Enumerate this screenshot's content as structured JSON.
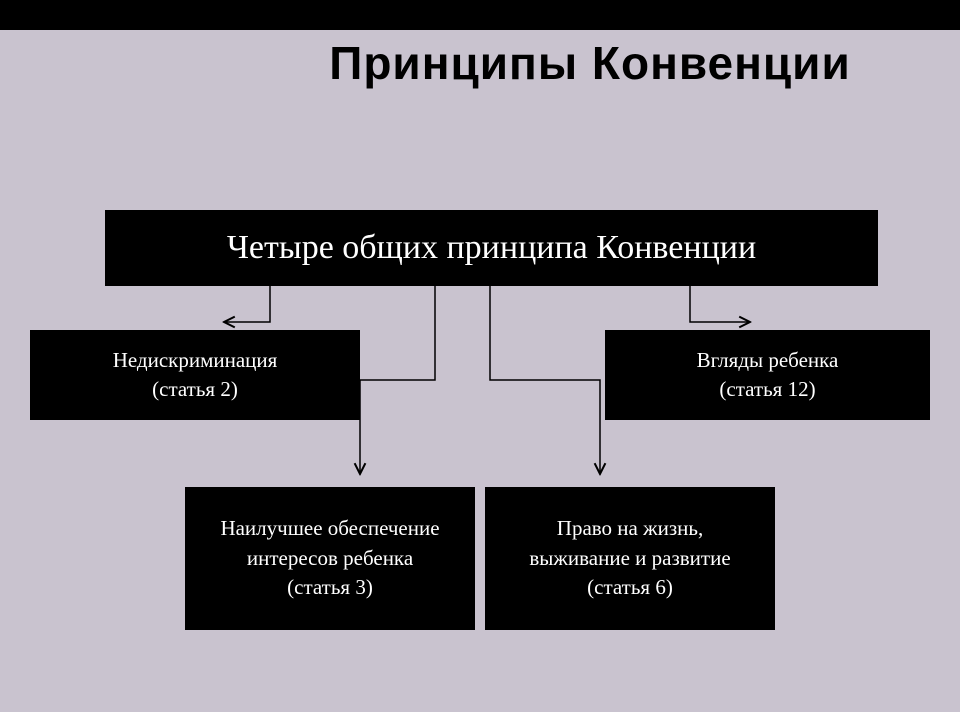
{
  "colors": {
    "slide_bg": "#c9c3cf",
    "bar": "#000000",
    "box_bg": "#000000",
    "box_text": "#ffffff",
    "title": "#000000",
    "connector": "#000000"
  },
  "slide": {
    "title": "Принципы Конвенции"
  },
  "diagram": {
    "root": {
      "label": "Четыре общих принципа Конвенции"
    },
    "nodes": [
      {
        "id": "non-discrimination",
        "lines": [
          "Недискриминация",
          "(статья 2)"
        ]
      },
      {
        "id": "child-views",
        "lines": [
          "Вгляды ребенка",
          "(статья 12)"
        ]
      },
      {
        "id": "best-interests",
        "lines": [
          "Наилучшее обеспечение",
          "интересов ребенка",
          "(статья 3)"
        ]
      },
      {
        "id": "right-to-life",
        "lines": [
          "Право на жизнь,",
          "выживание и развитие",
          "(статья 6)"
        ]
      }
    ],
    "edges": [
      {
        "from": "root",
        "to": "non-discrimination"
      },
      {
        "from": "root",
        "to": "child-views"
      },
      {
        "from": "root",
        "to": "best-interests"
      },
      {
        "from": "root",
        "to": "right-to-life"
      }
    ]
  }
}
